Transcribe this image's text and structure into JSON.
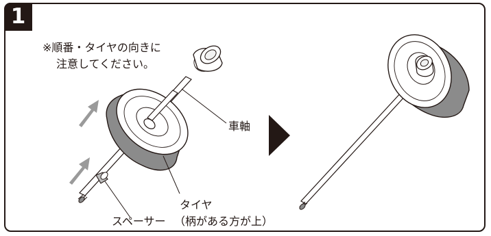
{
  "step": {
    "number": "1"
  },
  "note": {
    "line1": "※順番・タイヤの向きに",
    "line2": "注意してください。"
  },
  "labels": {
    "axle": "車軸",
    "tire_line1": "タイヤ",
    "tire_line2": "（柄がある方が上）",
    "spacer": "スペーサー"
  },
  "colors": {
    "outline": "#231815",
    "tire_gray": "#8b8b8b",
    "arrow_gray": "#9a9a9a",
    "wheel_white": "#ffffff"
  },
  "icons": [
    "insert-arrow-icon",
    "next-step-arrow-icon"
  ]
}
